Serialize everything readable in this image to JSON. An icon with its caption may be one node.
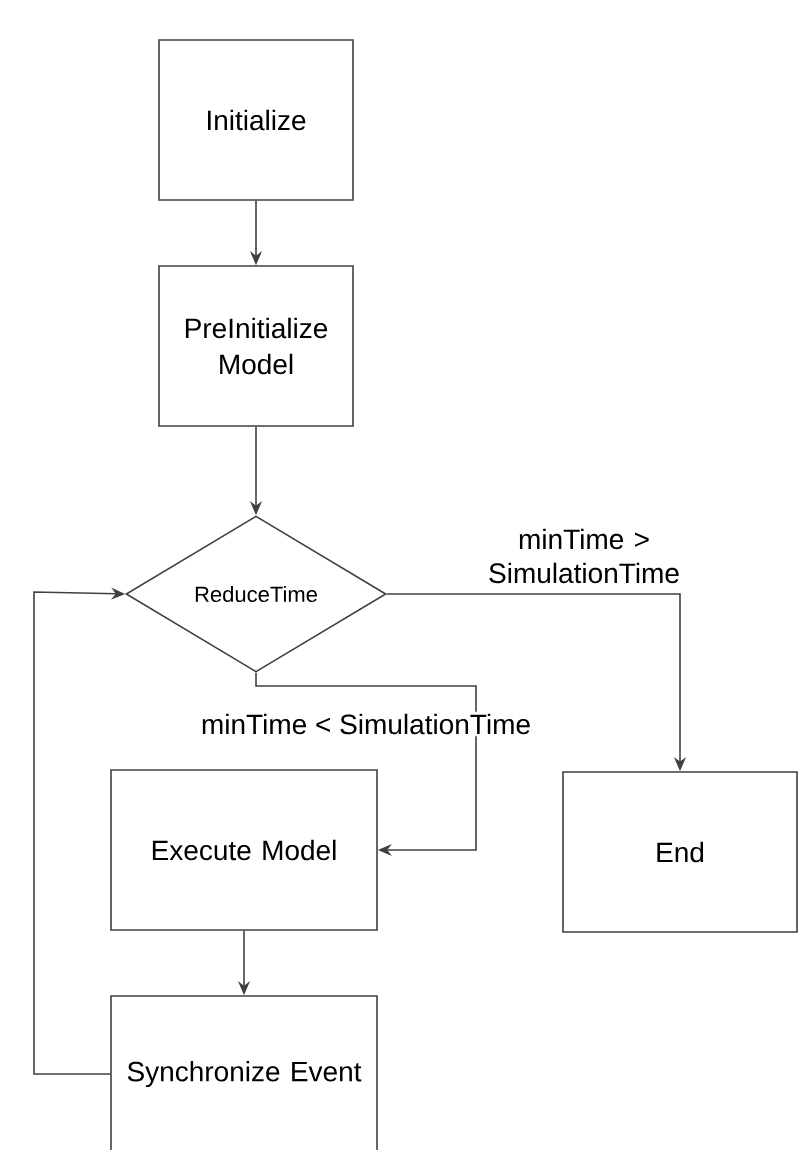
{
  "diagram": {
    "nodes": [
      {
        "text": [
          "Initialize"
        ]
      },
      {
        "text": [
          "PreInitialize Model"
        ]
      },
      {
        "text": [
          "ReduceTime"
        ]
      },
      {
        "text": [
          "Execute Model"
        ]
      },
      {
        "text": [
          "End"
        ]
      },
      {
        "text": [
          "Synchronize Event"
        ]
      }
    ],
    "edges": [
      {
        "from": 0,
        "to": 1,
        "arrow": "to"
      },
      {
        "from": 1,
        "to": 2,
        "arrow": "to"
      },
      {
        "from": 2,
        "to": 4,
        "arrow": "to",
        "label": "minTime > SimulationTime"
      },
      {
        "from": 2,
        "to": 3,
        "arrow": "to",
        "label": "minTime < SimulationTime"
      },
      {
        "from": 3,
        "to": 5,
        "arrow": "to"
      },
      {
        "from": 5,
        "to": 2,
        "arrow": "to"
      }
    ]
  }
}
